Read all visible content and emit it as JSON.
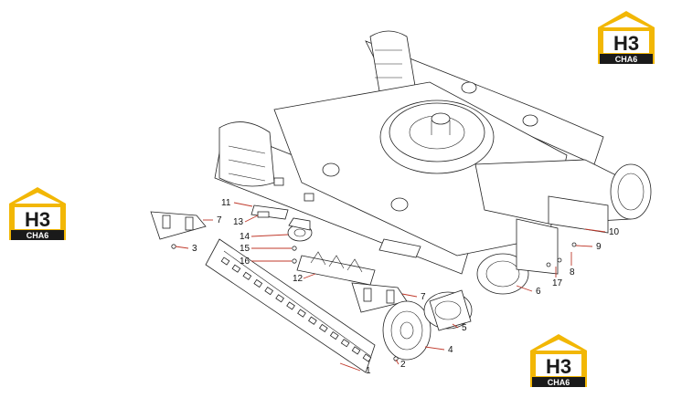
{
  "logo": {
    "mark": "H3",
    "brand": "CHA6",
    "colors": {
      "roof": "#f2b705",
      "box": "#f2b705",
      "text_box": "#1a1a1a",
      "mark": "#1a1a1a"
    }
  },
  "callouts": [
    {
      "label": "1"
    },
    {
      "label": "2"
    },
    {
      "label": "3"
    },
    {
      "label": "4"
    },
    {
      "label": "5"
    },
    {
      "label": "6"
    },
    {
      "label": "7"
    },
    {
      "label": "7"
    },
    {
      "label": "8"
    },
    {
      "label": "9"
    },
    {
      "label": "10"
    },
    {
      "label": "11"
    },
    {
      "label": "12"
    },
    {
      "label": "13"
    },
    {
      "label": "14"
    },
    {
      "label": "15"
    },
    {
      "label": "16"
    },
    {
      "label": "17"
    }
  ],
  "leader_color": "#c0392b"
}
